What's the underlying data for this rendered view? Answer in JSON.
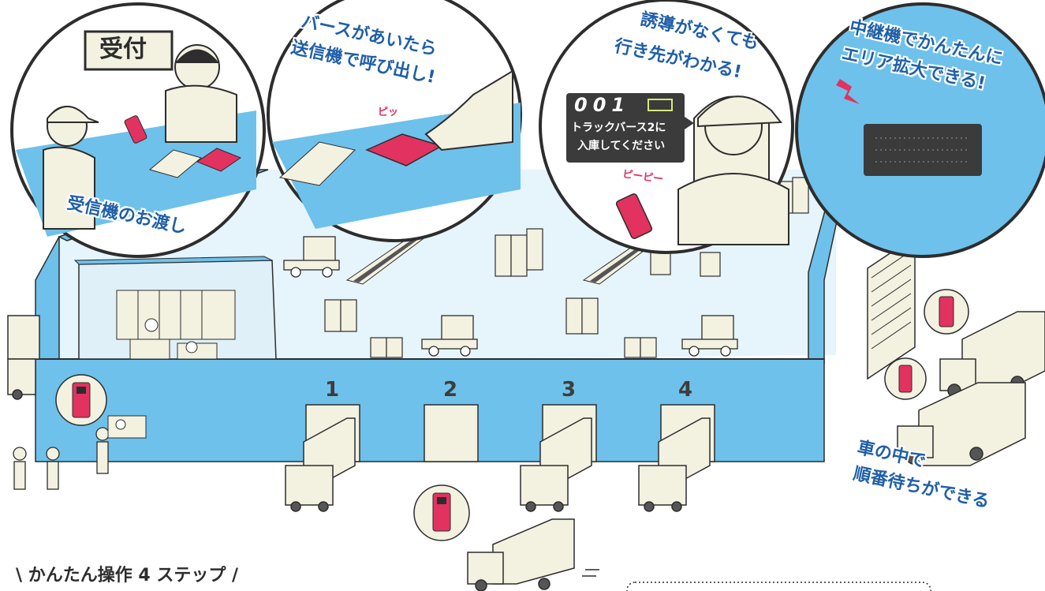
{
  "callouts": {
    "reception_sign": "受付",
    "receiver_handover": "受信機のお渡し",
    "call_line1": "バースがあいたら",
    "call_line2": "送信機で呼び出し!",
    "beep": "ピッ",
    "guide_line1": "誘導がなくても",
    "guide_line2": "行き先がわかる!",
    "beep_beep": "ピーピー",
    "repeater_line1": "中継機でかんたんに",
    "repeater_line2": "エリア拡大できる!",
    "wait_line1": "車の中で",
    "wait_line2": "順番待ちができる"
  },
  "pager_display": {
    "number": "001",
    "line1": "トラックバース2に",
    "line2": "入庫してください"
  },
  "docks": [
    "1",
    "2",
    "3",
    "4"
  ],
  "footer": {
    "title": "\\ かんたん操作 4 ステップ /"
  },
  "colors": {
    "blue": "#6ec1ea",
    "deep_blue": "#1f5fa8",
    "cream": "#f3f1e0",
    "floor": "#e6f4fb",
    "pager_red": "#e2325f",
    "outline": "#2d2d2d"
  }
}
